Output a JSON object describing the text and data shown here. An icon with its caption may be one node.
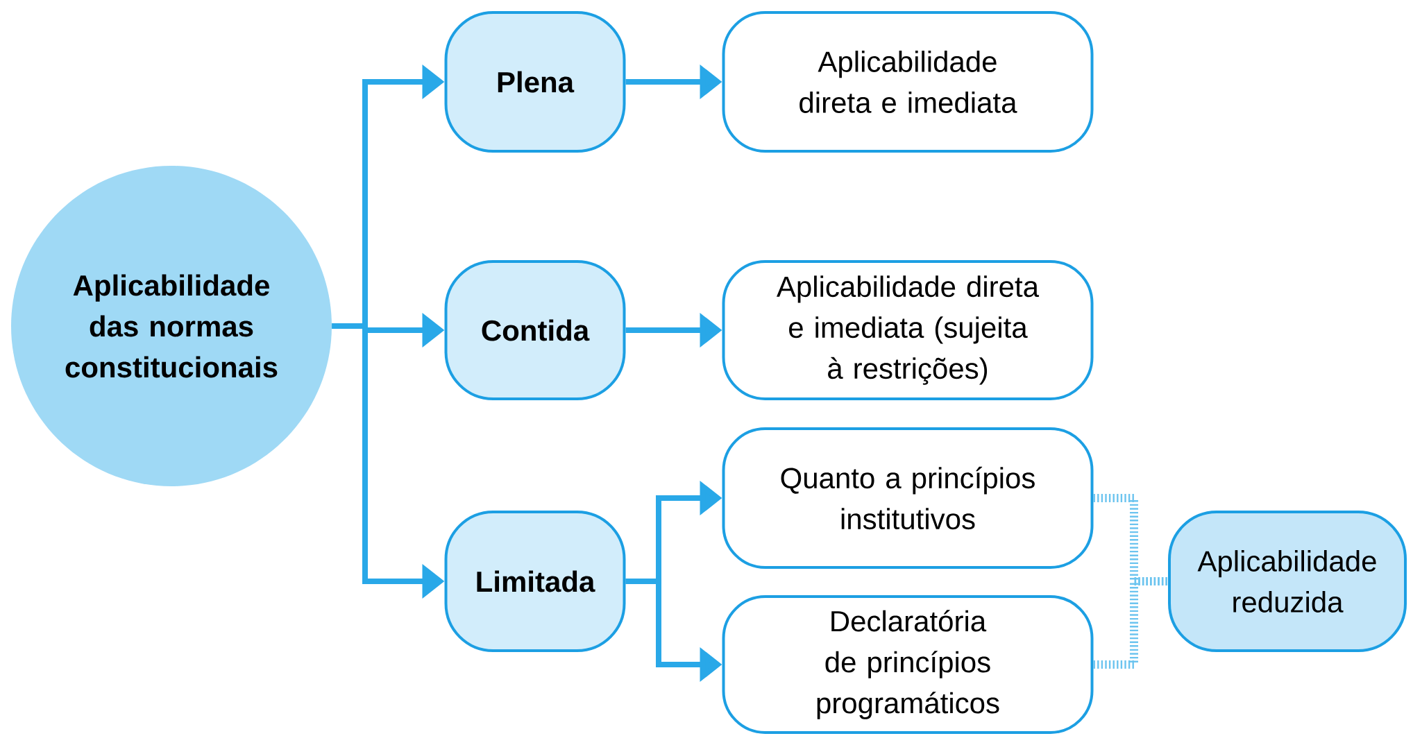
{
  "diagram": {
    "nodes": [
      {
        "text": [
          "Aplicabilidade das normas constitucionais"
        ]
      },
      {
        "text": [
          "Plena"
        ]
      },
      {
        "text": [
          "Contida"
        ]
      },
      {
        "text": [
          "Limitada"
        ]
      },
      {
        "text": [
          "Aplicabilidade direta e imediata"
        ]
      },
      {
        "text": [
          "Aplicabilidade direta e imediata (sujeita à restrições)"
        ]
      },
      {
        "text": [
          "Quanto a princípios institutivos"
        ]
      },
      {
        "text": [
          "Declaratória de princípios programáticos"
        ]
      },
      {
        "text": [
          "Aplicabilidade reduzida"
        ]
      }
    ],
    "edges": [
      {
        "from": 0,
        "to": 1,
        "arrow": "to"
      },
      {
        "from": 0,
        "to": 2,
        "arrow": "to"
      },
      {
        "from": 0,
        "to": 3,
        "arrow": "to"
      },
      {
        "from": 1,
        "to": 4,
        "arrow": "to"
      },
      {
        "from": 2,
        "to": 5,
        "arrow": "to"
      },
      {
        "from": 3,
        "to": 6,
        "arrow": "to"
      },
      {
        "from": 3,
        "to": 7,
        "arrow": "to"
      },
      {
        "from": 6,
        "to": 8,
        "arrow": "none",
        "style": "dashed",
        "color": "#6cc4ef"
      },
      {
        "from": 7,
        "to": 8,
        "arrow": "none",
        "style": "dashed",
        "color": "#6cc4ef"
      }
    ]
  }
}
